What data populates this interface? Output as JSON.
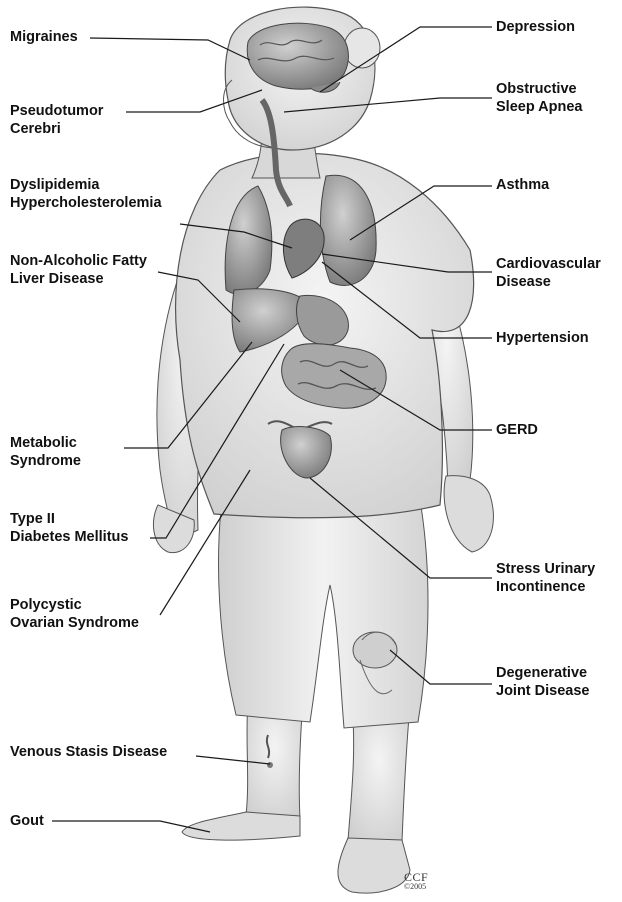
{
  "labels_left": [
    {
      "id": "migraines",
      "lines": [
        "Migraines"
      ]
    },
    {
      "id": "pseudotumor-cerebri",
      "lines": [
        "Pseudotumor",
        "Cerebri"
      ]
    },
    {
      "id": "dyslipidemia",
      "lines": [
        "Dyslipidemia",
        "Hypercholesterolemia"
      ]
    },
    {
      "id": "nafld",
      "lines": [
        "Non-Alcoholic Fatty",
        "Liver Disease"
      ]
    },
    {
      "id": "metabolic-syndrome",
      "lines": [
        "Metabolic",
        "Syndrome"
      ]
    },
    {
      "id": "type-ii-diabetes",
      "lines": [
        "Type II",
        "Diabetes Mellitus"
      ]
    },
    {
      "id": "pcos",
      "lines": [
        "Polycystic",
        "Ovarian Syndrome"
      ]
    },
    {
      "id": "venous-stasis",
      "lines": [
        "Venous Stasis Disease"
      ]
    },
    {
      "id": "gout",
      "lines": [
        "Gout"
      ]
    }
  ],
  "labels_right": [
    {
      "id": "depression",
      "lines": [
        "Depression"
      ]
    },
    {
      "id": "sleep-apnea",
      "lines": [
        "Obstructive",
        "Sleep Apnea"
      ]
    },
    {
      "id": "asthma",
      "lines": [
        "Asthma"
      ]
    },
    {
      "id": "cardiovascular",
      "lines": [
        "Cardiovascular",
        "Disease"
      ]
    },
    {
      "id": "hypertension",
      "lines": [
        "Hypertension"
      ]
    },
    {
      "id": "gerd",
      "lines": [
        "GERD"
      ]
    },
    {
      "id": "stress-urinary",
      "lines": [
        "Stress Urinary",
        "Incontinence"
      ]
    },
    {
      "id": "degenerative-joint",
      "lines": [
        "Degenerative",
        "Joint Disease"
      ]
    }
  ],
  "credit": {
    "brand": "CCF",
    "year": "©2005"
  },
  "colors": {
    "ink": "#111111",
    "line": "#1a1a1a",
    "skin": "#e6e6e6",
    "shirt": "#f2f2f2",
    "organ": "#9a9a9a"
  }
}
